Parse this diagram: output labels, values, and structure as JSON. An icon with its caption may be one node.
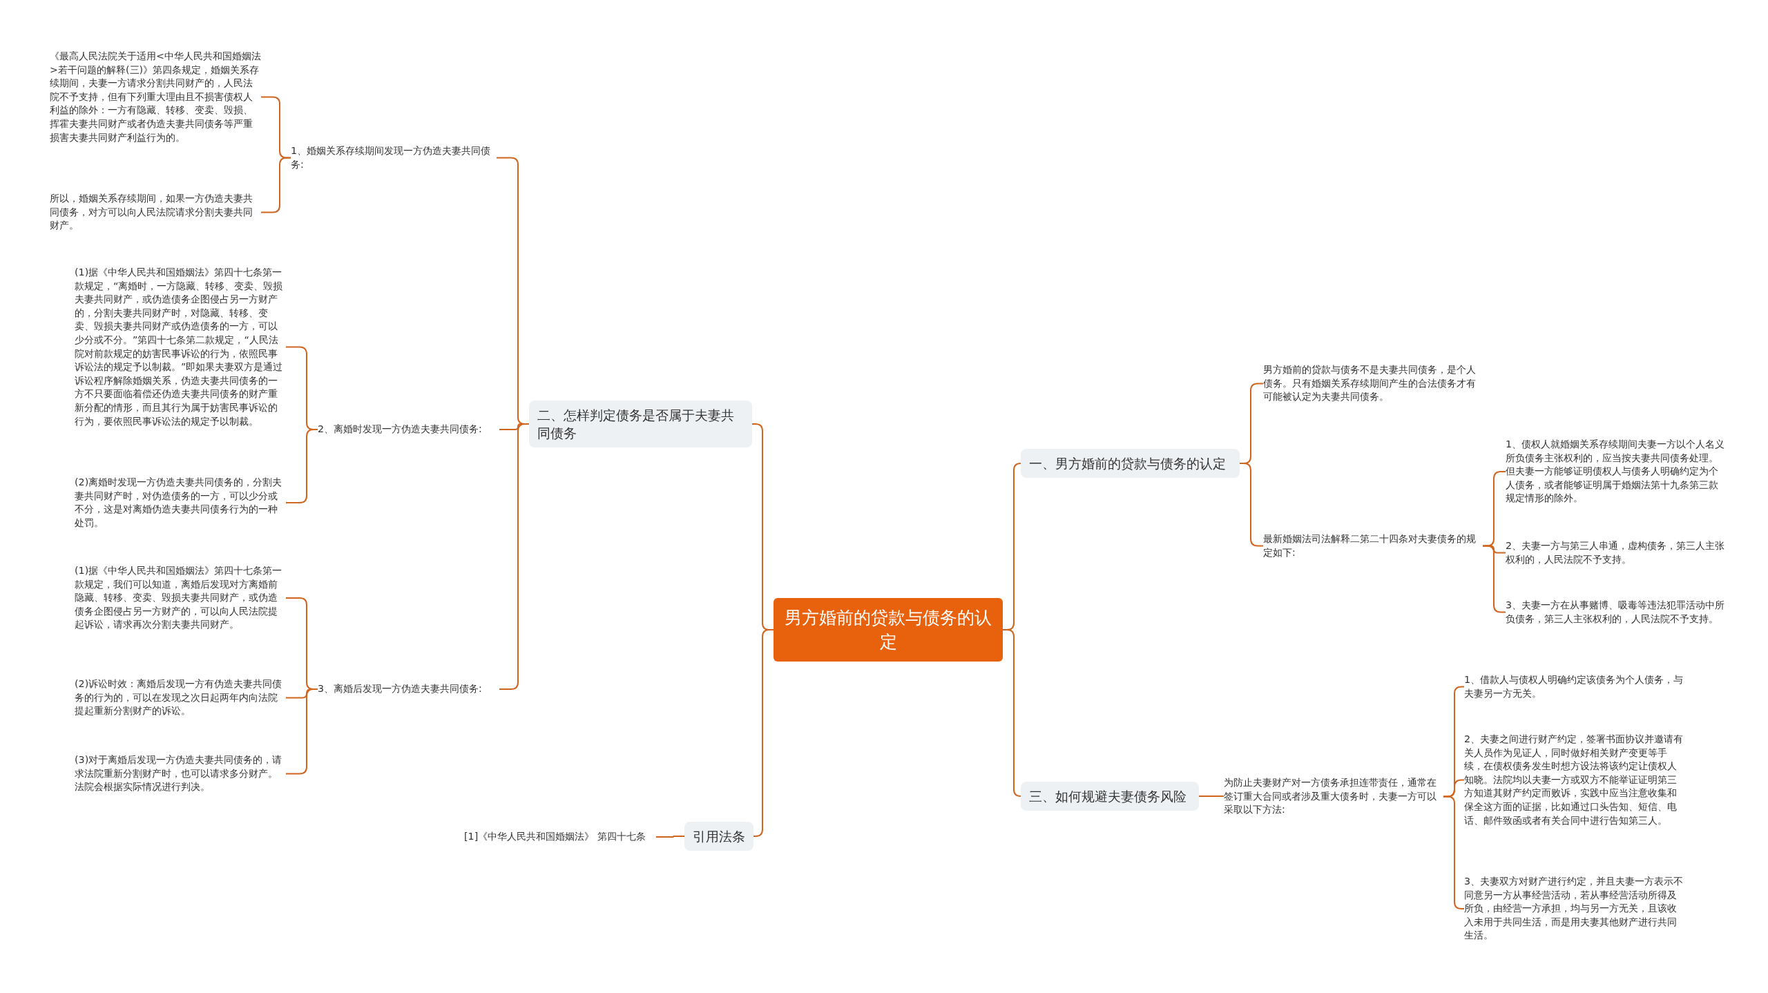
{
  "diagram": {
    "nodes": [
      {
        "text": [
          "男方婚前的贷款与债务的认定"
        ]
      },
      {
        "text": [
          "二、怎样判定债务是否属于夫妻共同债务"
        ]
      },
      {
        "text": [
          "1、婚姻关系存续期间发现一方伪造夫妻共同债务:"
        ]
      },
      {
        "text": [
          "《最高人民法院关于适用<中华人民共和国婚姻法>若干问题的解释(三)》第四条规定，婚姻关系存续期间，夫妻一方请求分割共同财产的，人民法院不予支持，但有下列重大理由且不损害债权人利益的除外：一方有隐藏、转移、变卖、毁损、挥霍夫妻共同财产或者伪造夫妻共同债务等严重损害夫妻共同财产利益行为的。"
        ]
      },
      {
        "text": [
          "所以，婚姻关系存续期间，如果一方伪造夫妻共同债务，对方可以向人民法院请求分割夫妻共同财产。"
        ]
      },
      {
        "text": [
          "2、离婚时发现一方伪造夫妻共同债务:"
        ]
      },
      {
        "text": [
          "(1)据《中华人民共和国婚姻法》第四十七条第一款规定，“离婚时，一方隐藏、转移、变卖、毁损夫妻共同财产，或伪造债务企图侵占另一方财产的，分割夫妻共同财产时，对隐藏、转移、变卖、毁损夫妻共同财产或伪造债务的一方，可以少分或不分。”第四十七条第二款规定，“人民法院对前款规定的妨害民事诉讼的行为，依照民事诉讼法的规定予以制裁。”即如果夫妻双方是通过诉讼程序解除婚姻关系，伪造夫妻共同债务的一方不只要面临着偿还伪造夫妻共同债务的财产重新分配的情形，而且其行为属于妨害民事诉讼的行为，要依照民事诉讼法的规定予以制裁。"
        ]
      },
      {
        "text": [
          "(2)离婚时发现一方伪造夫妻共同债务的，分割夫妻共同财产时，对伪造债务的一方，可以少分或不分，这是对离婚伪造夫妻共同债务行为的一种处罚。"
        ]
      },
      {
        "text": [
          "3、离婚后发现一方伪造夫妻共同债务:"
        ]
      },
      {
        "text": [
          "(1)据《中华人民共和国婚姻法》第四十七条第一款规定，我们可以知道，离婚后发现对方离婚前隐藏、转移、变卖、毁损夫妻共同财产，或伪造债务企图侵占另一方财产的，可以向人民法院提起诉讼，请求再次分割夫妻共同财产。"
        ]
      },
      {
        "text": [
          "(2)诉讼时效：离婚后发现一方有伪造夫妻共同债务的行为的，可以在发现之次日起两年内向法院提起重新分割财产的诉讼。"
        ]
      },
      {
        "text": [
          "(3)对于离婚后发现一方伪造夫妻共同债务的，请求法院重新分割财产时，也可以请求多分财产。法院会根据实际情况进行判决。"
        ]
      },
      {
        "text": [
          "引用法条"
        ]
      },
      {
        "text": [
          "[1]《中华人民共和国婚姻法》 第四十七条"
        ]
      },
      {
        "text": [
          "一、男方婚前的贷款与债务的认定"
        ]
      },
      {
        "text": [
          "男方婚前的贷款与债务不是夫妻共同债务，是个人债务。只有婚姻关系存续期间产生的合法债务才有可能被认定为夫妻共同债务。"
        ]
      },
      {
        "text": [
          "最新婚姻法司法解释二第二十四条对夫妻债务的规定如下:"
        ]
      },
      {
        "text": [
          "1、债权人就婚姻关系存续期间夫妻一方以个人名义所负债务主张权利的，应当按夫妻共同债务处理。但夫妻一方能够证明债权人与债务人明确约定为个人债务，或者能够证明属于婚姻法第十九条第三款规定情形的除外。"
        ]
      },
      {
        "text": [
          "2、夫妻一方与第三人串通，虚构债务，第三人主张权利的，人民法院不予支持。"
        ]
      },
      {
        "text": [
          "3、夫妻一方在从事赌博、吸毒等违法犯罪活动中所负债务，第三人主张权利的，人民法院不予支持。"
        ]
      },
      {
        "text": [
          "三、如何规避夫妻债务风险"
        ]
      },
      {
        "text": [
          "为防止夫妻财产对一方债务承担连带责任，通常在签订重大合同或者涉及重大债务时，夫妻一方可以采取以下方法:"
        ]
      },
      {
        "text": [
          "1、借款人与债权人明确约定该债务为个人债务，与夫妻另一方无关。"
        ]
      },
      {
        "text": [
          "2、夫妻之间进行财产约定，签署书面协议并邀请有关人员作为见证人，同时做好相关财产变更等手续，在债权债务发生时想方设法将该约定让债权人知晓。法院均以夫妻一方或双方不能举证证明第三方知道其财产约定而败诉，实践中应当注意收集和保全这方面的证据，比如通过口头告知、短信、电话、邮件致函或者有关合同中进行告知第三人。"
        ]
      },
      {
        "text": [
          "3、夫妻双方对财产进行约定，并且夫妻一方表示不同意另一方从事经营活动，若从事经营活动所得及所负，由经营一方承担，均与另一方无关，且该收入未用于共同生活，而是用夫妻其他财产进行共同生活。"
        ]
      }
    ],
    "edges": [
      {
        "from": 0,
        "to": 1,
        "arrow": "none"
      },
      {
        "from": 1,
        "to": 2,
        "arrow": "none"
      },
      {
        "from": 2,
        "to": 3,
        "arrow": "none"
      },
      {
        "from": 2,
        "to": 4,
        "arrow": "none"
      },
      {
        "from": 1,
        "to": 5,
        "arrow": "none"
      },
      {
        "from": 5,
        "to": 6,
        "arrow": "none"
      },
      {
        "from": 5,
        "to": 7,
        "arrow": "none"
      },
      {
        "from": 1,
        "to": 8,
        "arrow": "none"
      },
      {
        "from": 8,
        "to": 9,
        "arrow": "none"
      },
      {
        "from": 8,
        "to": 10,
        "arrow": "none"
      },
      {
        "from": 8,
        "to": 11,
        "arrow": "none"
      },
      {
        "from": 0,
        "to": 12,
        "arrow": "none"
      },
      {
        "from": 12,
        "to": 13,
        "arrow": "none"
      },
      {
        "from": 0,
        "to": 14,
        "arrow": "none"
      },
      {
        "from": 14,
        "to": 15,
        "arrow": "none"
      },
      {
        "from": 14,
        "to": 16,
        "arrow": "none"
      },
      {
        "from": 16,
        "to": 17,
        "arrow": "none"
      },
      {
        "from": 16,
        "to": 18,
        "arrow": "none"
      },
      {
        "from": 16,
        "to": 19,
        "arrow": "none"
      },
      {
        "from": 0,
        "to": 20,
        "arrow": "none"
      },
      {
        "from": 20,
        "to": 21,
        "arrow": "none"
      },
      {
        "from": 21,
        "to": 22,
        "arrow": "none"
      },
      {
        "from": 21,
        "to": 23,
        "arrow": "none"
      },
      {
        "from": 21,
        "to": 24,
        "arrow": "none"
      }
    ]
  }
}
